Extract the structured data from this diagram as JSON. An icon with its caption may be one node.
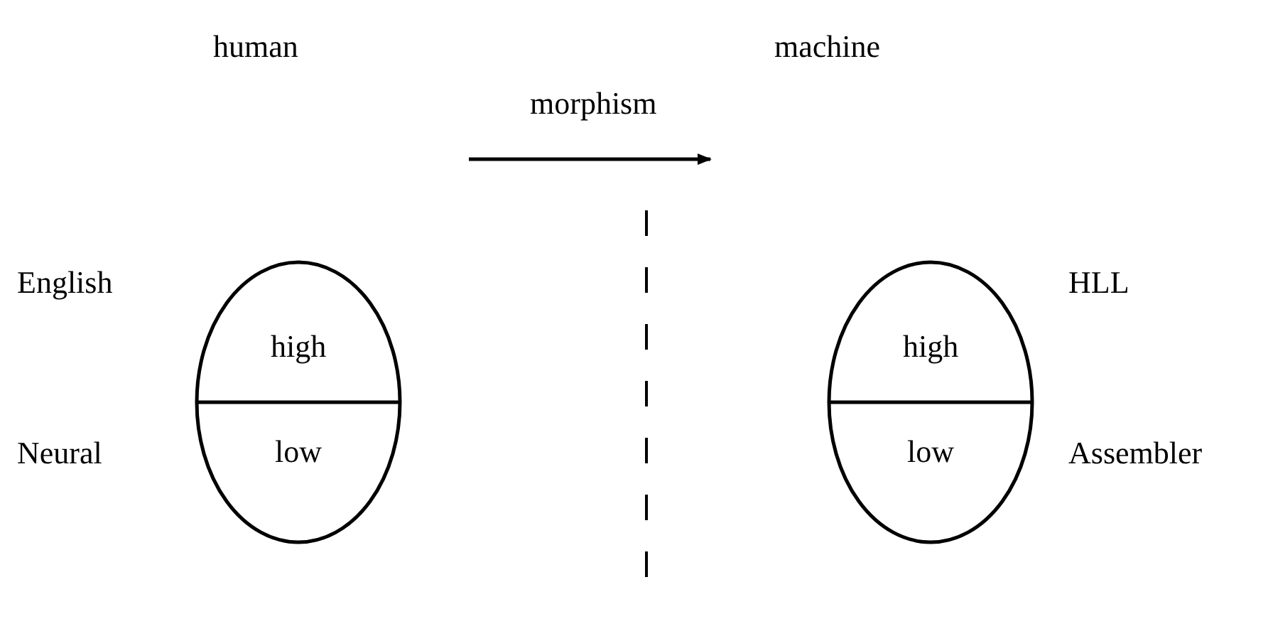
{
  "diagram": {
    "nodes": [
      {
        "text": [
          "high",
          "low"
        ],
        "beside": [
          "English",
          "Neural"
        ]
      },
      {
        "text": [
          "high",
          "low"
        ],
        "beside": [
          "HLL",
          "Assembler"
        ]
      }
    ],
    "labels": [
      "human",
      "machine",
      "morphism"
    ]
  }
}
